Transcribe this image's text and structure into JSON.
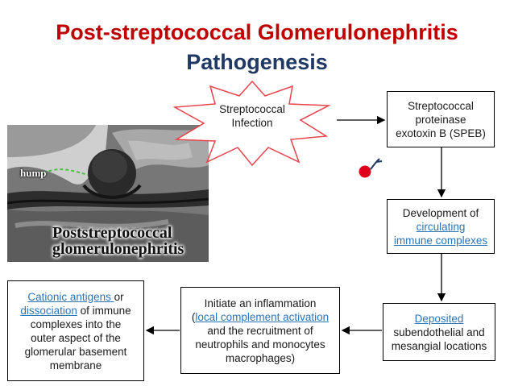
{
  "title": {
    "main": "Post-streptococcal Glomerulonephritis",
    "sub": "Pathogenesis"
  },
  "star": {
    "line1": "Streptococcal",
    "line2": "Infection"
  },
  "speb": {
    "line1": "Streptococcal",
    "line2": "proteinase",
    "line3": "exotoxin B (SPEB)"
  },
  "immune": {
    "line1": "Development of",
    "line2": "circulating",
    "line3": "immune complexes"
  },
  "deposited": {
    "line1": "Deposited",
    "line2": "subendothelial and",
    "line3": "mesangial locations"
  },
  "inflammation": {
    "line1": "Initiate an inflammation",
    "line2": "(local complement activation",
    "line3": "and the recruitment of",
    "line4": "neutrophils and monocytes",
    "line5": "macrophages)"
  },
  "cationic": {
    "line1_link": "Cationic antigens ",
    "line1_rest": "or",
    "line2_link": "dissociation",
    "line2_rest": " of immune",
    "line3": "complexes into the",
    "line4": "outer aspect of the",
    "line5": "glomerular basement",
    "line6": "membrane"
  },
  "photo": {
    "label_hump": "hump",
    "caption_line1": "Poststreptococcal",
    "caption_line2": "glomerulonephritis"
  },
  "colors": {
    "title_main": "#c00000",
    "title_sub": "#1f3864",
    "link": "#2e74b5",
    "antibody_ball": "#e0001b",
    "antibody_stem": "#1f3864",
    "star_fill": "#ffffff",
    "star_stroke": "#e8434b"
  },
  "icons": {
    "antibody": "antibody-icon",
    "micrograph": "electron-micrograph-image"
  }
}
